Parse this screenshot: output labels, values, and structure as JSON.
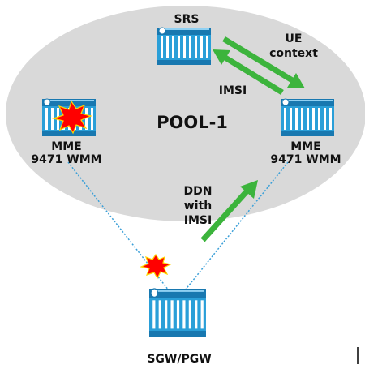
{
  "diagram": {
    "pool_label": "POOL-1",
    "nodes": {
      "srs": {
        "label": "SRS"
      },
      "mme_left": {
        "line1": "MME",
        "line2": "9471 WMM"
      },
      "mme_right": {
        "line1": "MME",
        "line2": "9471 WMM"
      },
      "gateway": {
        "label": "SGW/PGW"
      }
    },
    "arrows": {
      "ue_context": {
        "line1": "UE",
        "line2": "context"
      },
      "imsi": {
        "label": "IMSI"
      },
      "ddn": {
        "line1": "DDN",
        "line2": "with",
        "line3": "IMSI"
      }
    },
    "colors": {
      "pool_fill": "#d9d9d9",
      "server": "#2a9fd8",
      "server_dark": "#1878b0",
      "arrow": "#3cb43c",
      "link": "#3a9fd8",
      "fault": "#ff0000",
      "fault_edge": "#ffd400"
    },
    "icons": [
      "server-icon",
      "fault-burst-icon"
    ]
  }
}
